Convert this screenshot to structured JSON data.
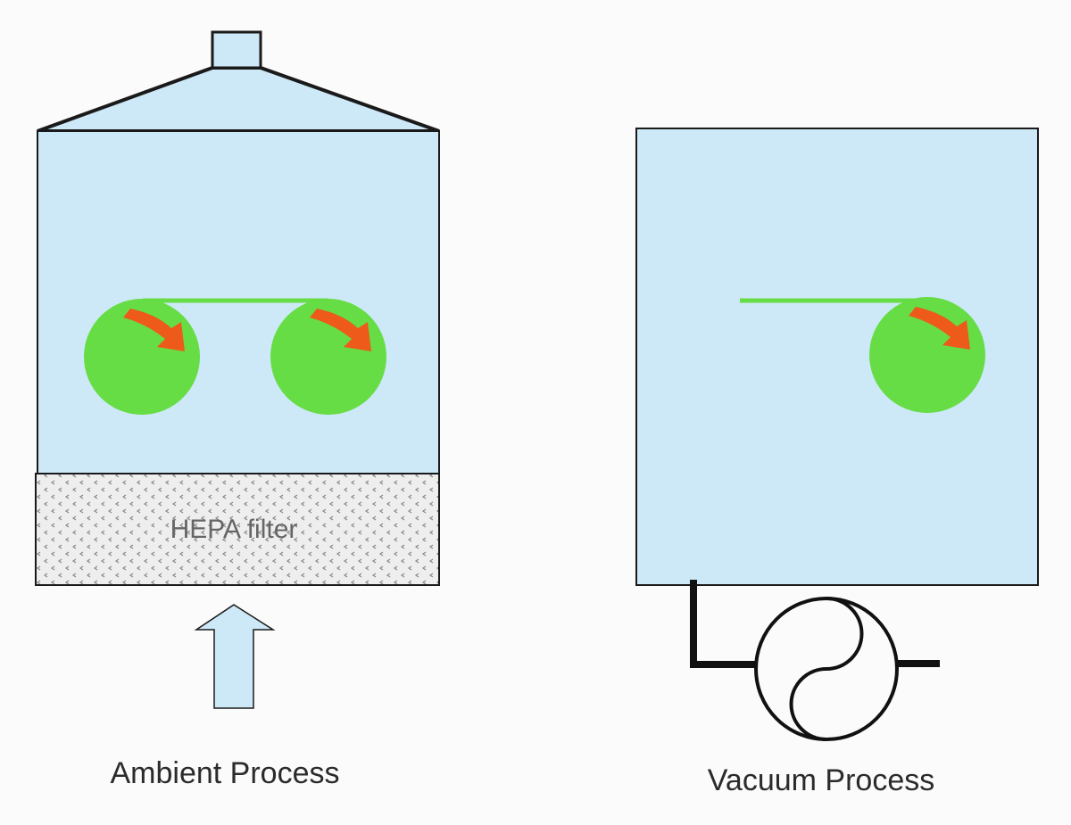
{
  "colors": {
    "background": "#fbfbfb",
    "chamber_fill": "#cde8f7",
    "outline": "#1a1a1a",
    "roller_green": "#66dd44",
    "arrow_orange": "#ee5a1a",
    "filter_fill": "#eeeeee",
    "pipe": "#111111"
  },
  "ambient": {
    "caption": "Ambient Process",
    "filter_label": "HEPA filter"
  },
  "vacuum": {
    "caption": "Vacuum Process"
  }
}
